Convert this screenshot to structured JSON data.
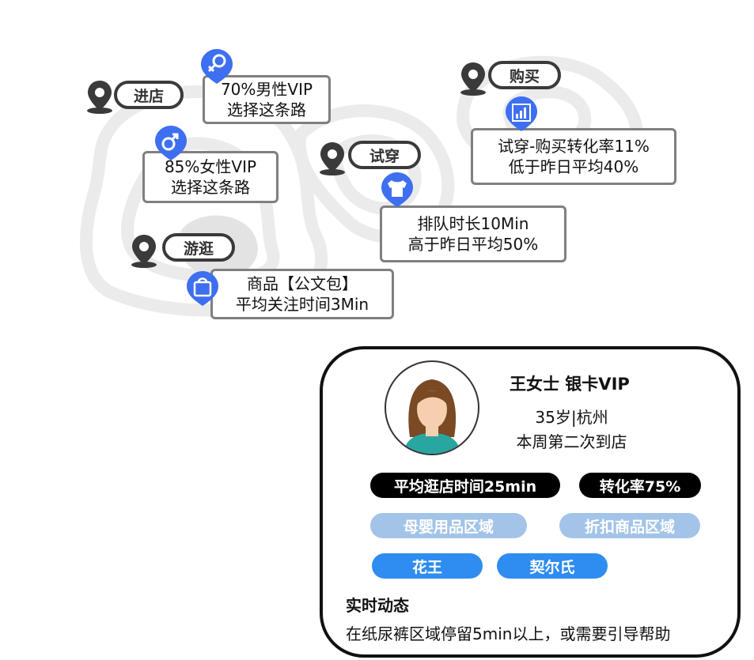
{
  "stages": {
    "enter": "进店",
    "browse": "游逛",
    "try_on": "试穿",
    "buy": "购买"
  },
  "info_boxes": {
    "male_vip": [
      "70%男性VIP",
      "选择这条路"
    ],
    "female_vip": [
      "85%女性VIP",
      "选择这条路"
    ],
    "product": [
      "商品【公文包】",
      "平均关注时间3Min"
    ],
    "queue": [
      "排队时长10Min",
      "高于昨日平均50%"
    ],
    "conversion": [
      "试穿-购买转化率11%",
      "低于昨日平均40%"
    ]
  },
  "icons": {
    "location": "map-pin-icon",
    "male": "male-symbol-icon",
    "female": "female-symbol-icon",
    "bag": "shopping-bag-icon",
    "shirt": "tshirt-icon",
    "chart": "bar-chart-icon"
  },
  "profile": {
    "name": "王女士 银卡VIP",
    "age_city": "35岁|杭州",
    "visit": "本周第二次到店",
    "tags": {
      "avg_time": "平均逛店时间25min",
      "conversion_rate": "转化率75%",
      "area_baby": "母婴用品区域",
      "area_discount": "折扣商品区域",
      "brand_1": "花王",
      "brand_2": "契尔氏"
    },
    "realtime_title": "实时动态",
    "realtime_text": "在纸尿裤区域停留5min以上，或需要引导帮助"
  },
  "colors": {
    "accent_blue": "#3d6ff0",
    "tag_blue": "#2f8cf0",
    "tag_light": "#a3c4e8",
    "contour": "#ebebeb",
    "pin_dark": "#3a3a3a"
  }
}
